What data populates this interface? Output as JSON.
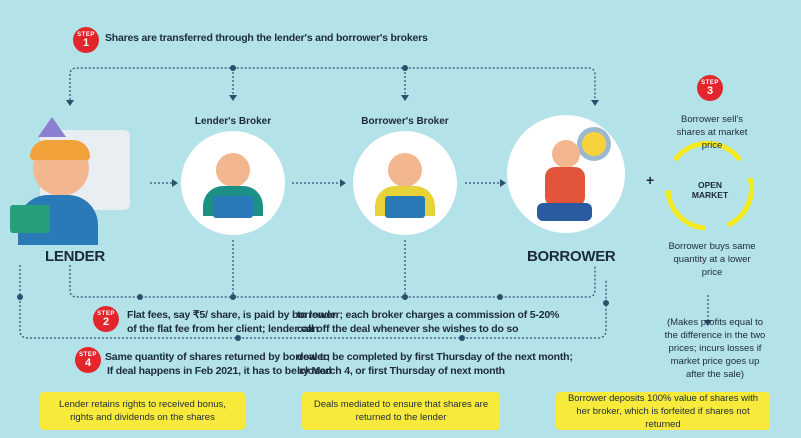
{
  "step_label": "STEP",
  "step1": {
    "num": "1",
    "text": "Shares are transferred through the lender's and    borrower's brokers"
  },
  "lender": {
    "label": "LENDER"
  },
  "lender_broker": {
    "label": "Lender's Broker"
  },
  "borrower_broker": {
    "label": "Borrower's Broker"
  },
  "borrower": {
    "label": "BORROWER"
  },
  "plus": "+",
  "step3": {
    "num": "3",
    "sell": "Borrower sell's shares at market price",
    "market": "OPEN MARKET",
    "buy": "Borrower buys same quantity at a lower price",
    "note": "(Makes profits equal to the difference in the two prices; incurs losses if market price goes up after the sale)"
  },
  "step2": {
    "num": "2",
    "col1_l1": "Flat fees, say ₹5/ share, is paid by borrower",
    "col1_l2": "of the flat fee from her client; lender can",
    "col2_l1": "to lender; each broker charges a commission of 5-20%",
    "col2_l2": "call off the deal whenever she wishes to do so"
  },
  "step4": {
    "num": "4",
    "col1_l1": "Same quantity of shares returned by borrower;",
    "col1_l2": "If deal happens in Feb 2021, it has to be closed",
    "col2_l1": "deal to be completed by first Thursday of the next month;",
    "col2_l2": "by March 4, or first Thursday of next month"
  },
  "boxes": [
    "Lender retains rights to received bonus, rights and dividends on the shares",
    "Deals mediated to ensure that shares are returned to the lender",
    "Borrower deposits 100% value of shares with her broker, which is forfeited if shares not returned"
  ],
  "colors": {
    "bg": "#b3e2e8",
    "step": "#e2262b",
    "yellow": "#f7ea3b",
    "line": "#2d4f6e"
  }
}
